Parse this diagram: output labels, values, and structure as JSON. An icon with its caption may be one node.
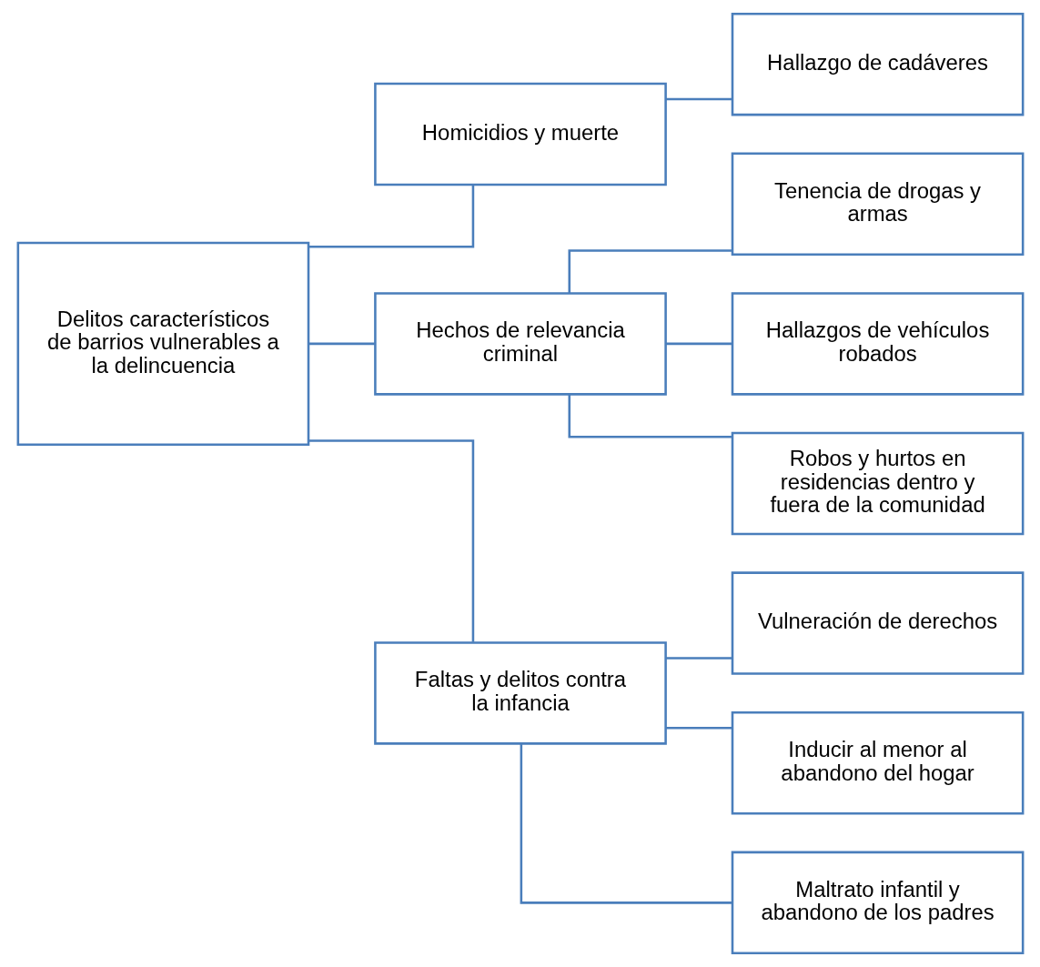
{
  "diagram": {
    "nodes": [
      {
        "text": [
          "Delitos característicos de barrios vulnerables a la delincuencia"
        ]
      },
      {
        "text": [
          "Homicidios y muerte"
        ]
      },
      {
        "text": [
          "Hallazgo de cadáveres"
        ]
      },
      {
        "text": [
          "Hechos de relevancia criminal"
        ]
      },
      {
        "text": [
          "Tenencia de drogas y armas"
        ]
      },
      {
        "text": [
          "Hallazgos de vehículos robados"
        ]
      },
      {
        "text": [
          "Robos y hurtos en residencias dentro y fuera de la comunidad"
        ]
      },
      {
        "text": [
          "Faltas y delitos contra la infancia"
        ]
      },
      {
        "text": [
          "Vulneración de derechos"
        ]
      },
      {
        "text": [
          "Inducir al menor al abandono del hogar"
        ]
      },
      {
        "text": [
          "Maltrato infantil y abandono de los padres"
        ]
      }
    ],
    "edges": [
      {
        "from": 0,
        "to": 1,
        "arrow": "none"
      },
      {
        "from": 0,
        "to": 3,
        "arrow": "none"
      },
      {
        "from": 0,
        "to": 7,
        "arrow": "none"
      },
      {
        "from": 1,
        "to": 2,
        "arrow": "none"
      },
      {
        "from": 3,
        "to": 4,
        "arrow": "none"
      },
      {
        "from": 3,
        "to": 5,
        "arrow": "none"
      },
      {
        "from": 3,
        "to": 6,
        "arrow": "none"
      },
      {
        "from": 7,
        "to": 8,
        "arrow": "none"
      },
      {
        "from": 7,
        "to": 9,
        "arrow": "none"
      },
      {
        "from": 7,
        "to": 10,
        "arrow": "none"
      }
    ]
  }
}
